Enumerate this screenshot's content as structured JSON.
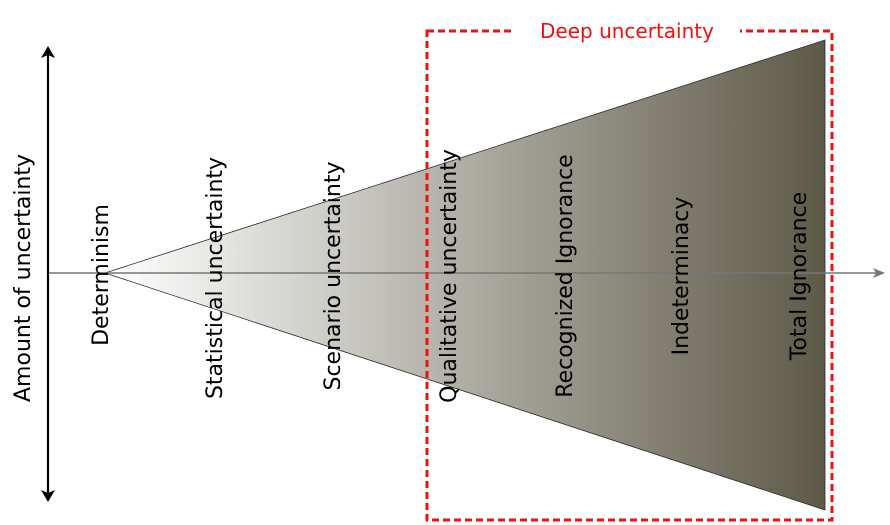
{
  "diagram": {
    "y_axis_label": "Amount of uncertainty",
    "deep_label": "Deep uncertainty",
    "levels": [
      "Determinism",
      "Statistical uncertainty",
      "Scenario uncertainty",
      "Qualitative uncertainty",
      "Recognized Ignorance",
      "Indeterminacy",
      "Total Ignorance"
    ]
  },
  "colors": {
    "deep_box": "#ee1111",
    "gradient_start": "#ffffff",
    "gradient_end": "#5e5a48",
    "axis": "#777777",
    "text": "#000000"
  }
}
